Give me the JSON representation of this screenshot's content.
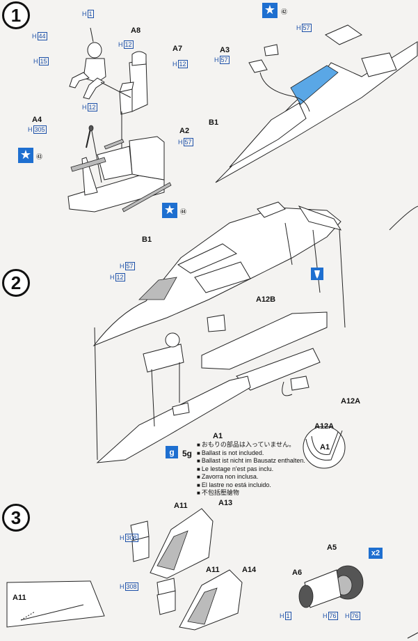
{
  "steps": [
    "1",
    "2",
    "3"
  ],
  "step1": {
    "parts": {
      "A8": "A8",
      "A7": "A7",
      "A4": "A4",
      "A2": "A2",
      "A3": "A3",
      "B1": "B1"
    },
    "colors": {
      "h1": "1",
      "h44": "44",
      "h12a": "12",
      "h15": "15",
      "h12b": "12",
      "h12c": "12",
      "h305": "305",
      "h57a": "57",
      "h57b": "57",
      "h57c": "57"
    },
    "color_prefix": "H",
    "decals": {
      "d42": "㊷",
      "d43": "㊸",
      "d44": "㊹"
    }
  },
  "step2": {
    "parts": {
      "B1": "B1",
      "A12B": "A12B",
      "A12A": "A12A",
      "A1": "A1",
      "inset_a12a": "A12A",
      "inset_a1": "A1"
    },
    "colors": {
      "h57": "57",
      "h12": "12"
    },
    "weight": {
      "label": "g",
      "value": "5g"
    },
    "ballast_notes": [
      "おもりの部品は入っていません。",
      "Ballast is not included.",
      "Ballast ist nicht im Bausatz enthalten.",
      "Le lestage n'est pas inclu.",
      "Zavorra non inclusa.",
      "El lastre no está incluido.",
      "不包括壓艙物"
    ]
  },
  "step3": {
    "parts": {
      "A11a": "A11",
      "A13": "A13",
      "A11b": "A11",
      "A14": "A14",
      "A5": "A5",
      "A6": "A6",
      "inset_a11": "A11"
    },
    "colors": {
      "h308a": "308",
      "h308b": "308",
      "h1": "1",
      "h76a": "76",
      "h76b": "76"
    },
    "multiplier": "x2"
  },
  "accent_color": "#1e6fd0"
}
